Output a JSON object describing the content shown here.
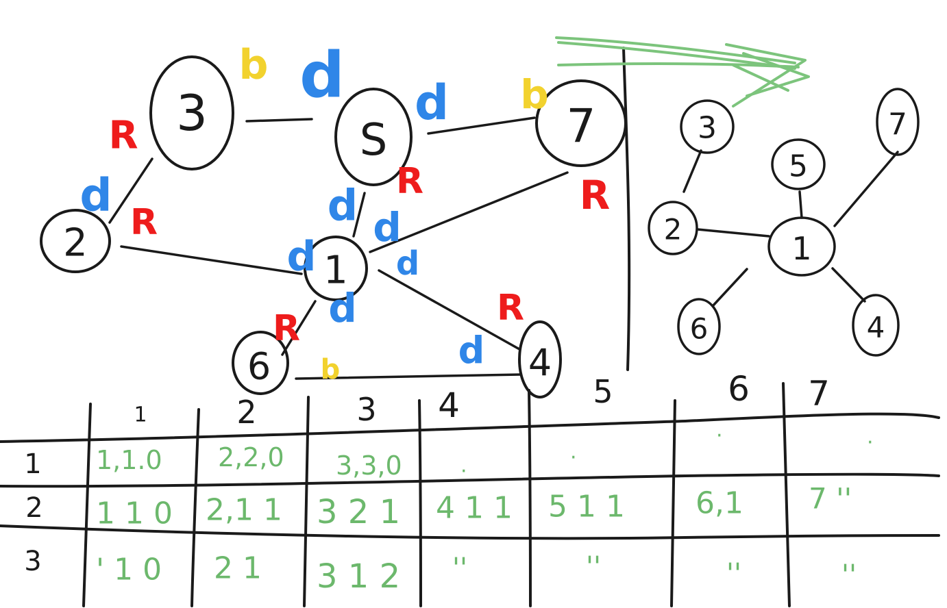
{
  "colors": {
    "ink": "#1a1a1a",
    "R": "#ee1c1c",
    "d": "#2f86e8",
    "b": "#f2d22e",
    "table_values": "#6cb86c",
    "arrow": "#7cc47c"
  },
  "left_graph": {
    "nodes": [
      {
        "id": "3",
        "label": "3"
      },
      {
        "id": "5",
        "label": "S"
      },
      {
        "id": "7",
        "label": "7"
      },
      {
        "id": "2",
        "label": "2"
      },
      {
        "id": "1",
        "label": "1"
      },
      {
        "id": "6",
        "label": "6"
      },
      {
        "id": "4",
        "label": "4"
      }
    ],
    "edges": [
      {
        "from": "3",
        "to": "5"
      },
      {
        "from": "5",
        "to": "7"
      },
      {
        "from": "3",
        "to": "2"
      },
      {
        "from": "2",
        "to": "1"
      },
      {
        "from": "5",
        "to": "1"
      },
      {
        "from": "1",
        "to": "7"
      },
      {
        "from": "1",
        "to": "6"
      },
      {
        "from": "1",
        "to": "4"
      },
      {
        "from": "6",
        "to": "4"
      }
    ],
    "annotations": [
      {
        "id": "b-top-3",
        "text": "b",
        "kind": "b"
      },
      {
        "id": "R-left-3",
        "text": "R",
        "kind": "R"
      },
      {
        "id": "d-top-35",
        "text": "d",
        "kind": "d"
      },
      {
        "id": "d-right-5",
        "text": "d",
        "kind": "d"
      },
      {
        "id": "b-left-7",
        "text": "b",
        "kind": "b"
      },
      {
        "id": "R-below-5",
        "text": "R",
        "kind": "R"
      },
      {
        "id": "R-below-7",
        "text": "R",
        "kind": "R"
      },
      {
        "id": "d-by-2",
        "text": "d",
        "kind": "d"
      },
      {
        "id": "R-by-2",
        "text": "R",
        "kind": "R"
      },
      {
        "id": "d-above-1",
        "text": "d",
        "kind": "d"
      },
      {
        "id": "d-right-1a",
        "text": "d",
        "kind": "d"
      },
      {
        "id": "d-left-1",
        "text": "d",
        "kind": "d"
      },
      {
        "id": "d-right-1b",
        "text": "d",
        "kind": "d"
      },
      {
        "id": "d-below-1",
        "text": "d",
        "kind": "d"
      },
      {
        "id": "R-by-6",
        "text": "R",
        "kind": "R"
      },
      {
        "id": "R-by-4",
        "text": "R",
        "kind": "R"
      },
      {
        "id": "d-left-4",
        "text": "d",
        "kind": "d"
      },
      {
        "id": "b-edge-64",
        "text": "b",
        "kind": "b"
      }
    ]
  },
  "right_tree": {
    "nodes": [
      {
        "id": "3",
        "label": "3"
      },
      {
        "id": "5",
        "label": "5"
      },
      {
        "id": "7",
        "label": "7"
      },
      {
        "id": "2",
        "label": "2"
      },
      {
        "id": "1",
        "label": "1"
      },
      {
        "id": "6",
        "label": "6"
      },
      {
        "id": "4",
        "label": "4"
      }
    ],
    "edges": [
      {
        "from": "3",
        "to": "2"
      },
      {
        "from": "2",
        "to": "1"
      },
      {
        "from": "5",
        "to": "1"
      },
      {
        "from": "7",
        "to": "1"
      },
      {
        "from": "1",
        "to": "6"
      },
      {
        "from": "1",
        "to": "4"
      }
    ]
  },
  "table": {
    "column_headers": [
      "1",
      "2",
      "3",
      "4",
      "5",
      "6",
      "7"
    ],
    "row_headers": [
      "1",
      "2",
      "3"
    ],
    "rows": [
      [
        "1,1.0",
        "2,2,0",
        "3,3,0",
        ".",
        ".",
        ".",
        "."
      ],
      [
        "1 1 0",
        "2,1 1",
        "3 2 1",
        "4 1 1",
        "5 1 1",
        "6,1",
        "7 ''"
      ],
      [
        "' 1 0",
        "2 1",
        "3 1 2",
        "''",
        "''",
        "''",
        "''"
      ]
    ]
  }
}
